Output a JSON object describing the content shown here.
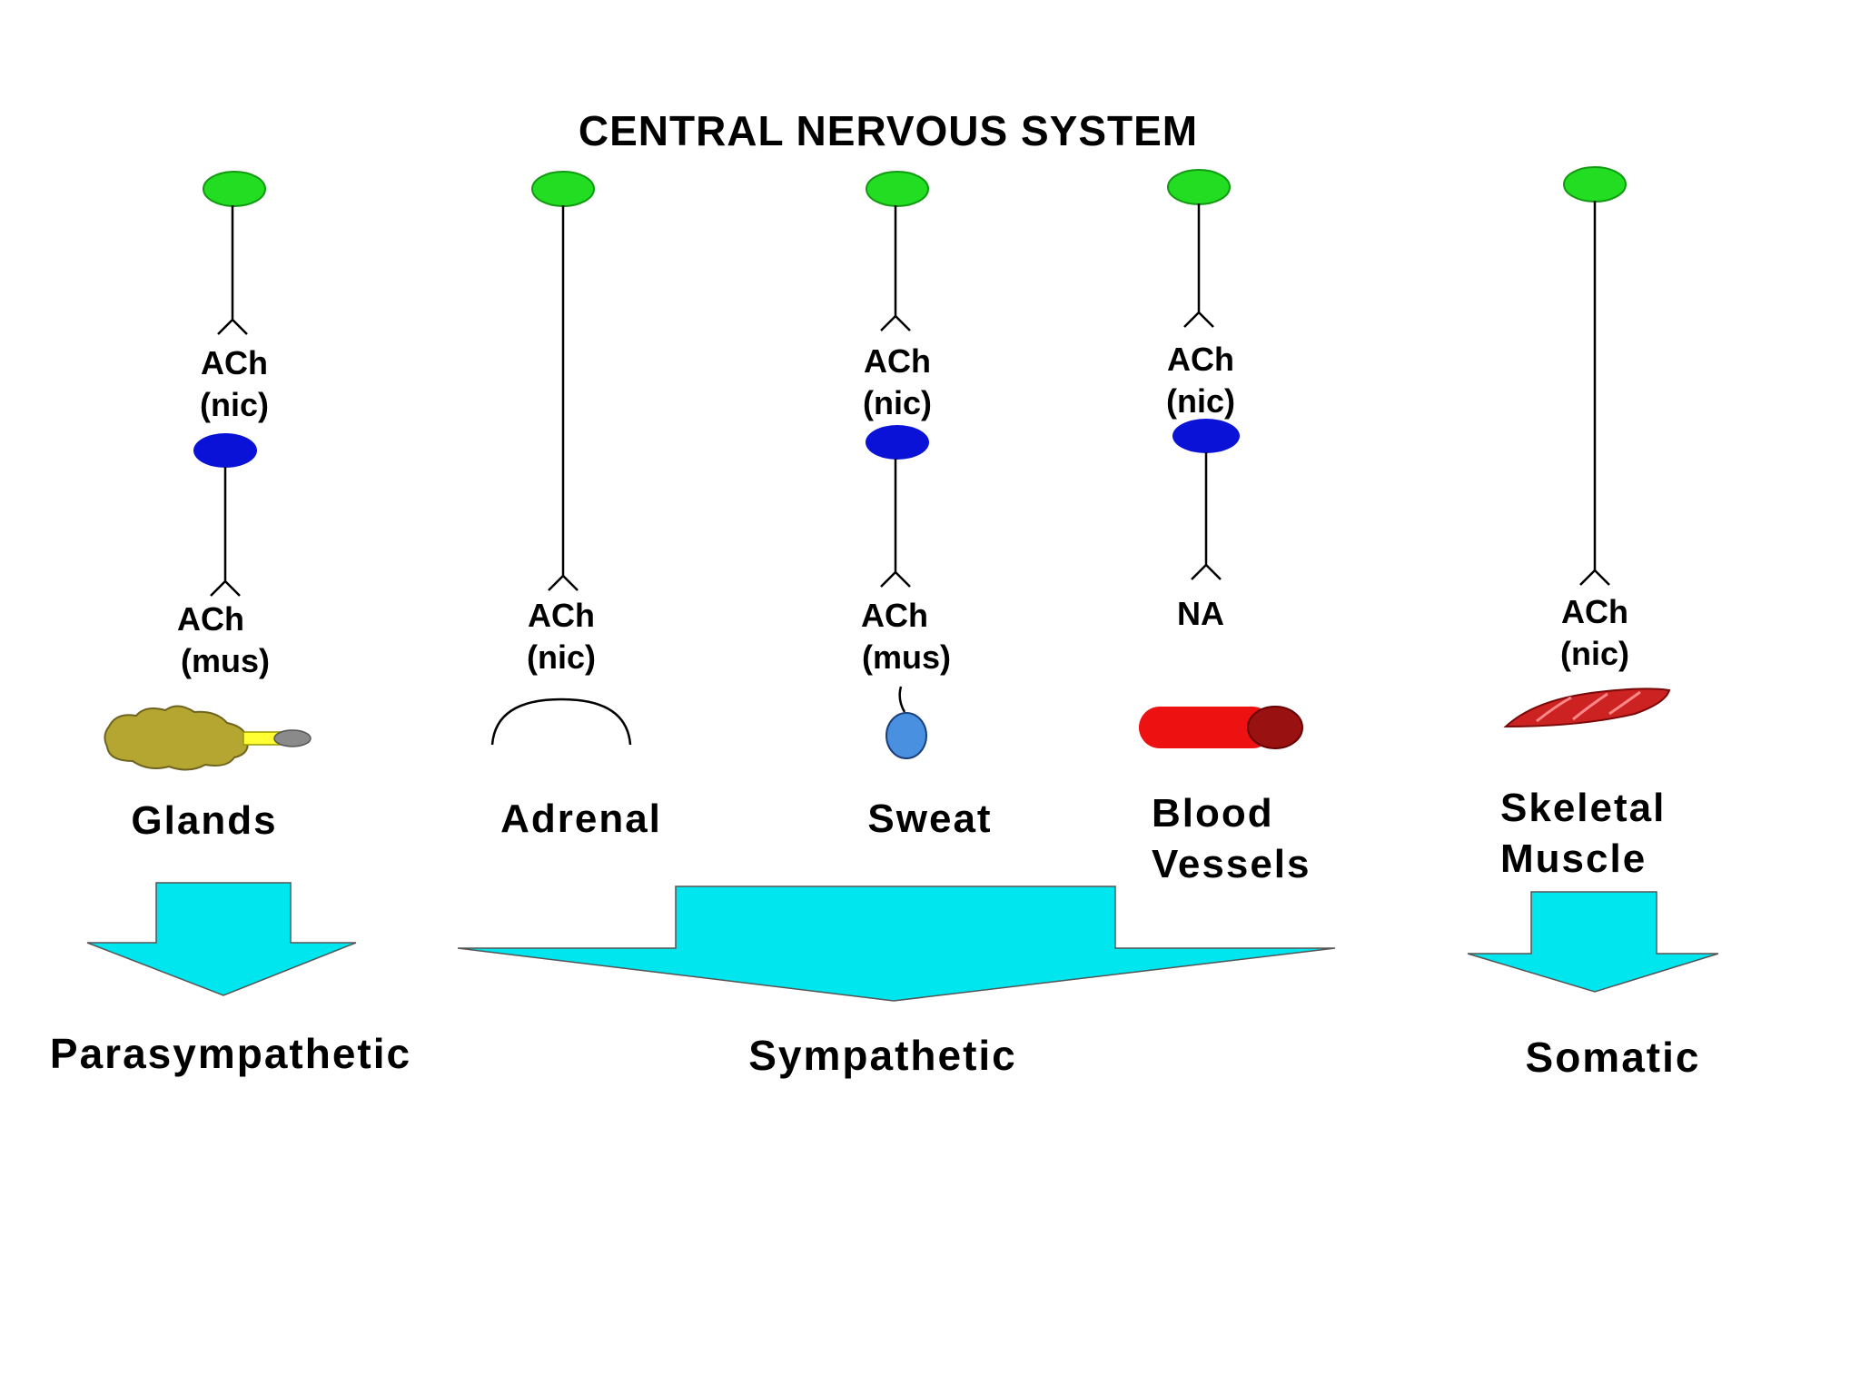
{
  "title": "CENTRAL NERVOUS SYSTEM",
  "colors": {
    "preganglionic_cell": "#22dd22",
    "ganglion_cell": "#0a12d8",
    "division_arrow": "#00e6ee",
    "gland": "#b5a632",
    "gland_duct": "#ffff33",
    "sweat_gland": "#4a90e0",
    "blood_vessel": "#ee1111",
    "skeletal_muscle": "#cc2222"
  },
  "columns": [
    {
      "id": "glands",
      "pre_transmitter": "ACh",
      "pre_receptor": "(nic)",
      "post_transmitter": "ACh",
      "post_receptor": "(mus)",
      "organ": "Glands",
      "organ_icon": "gland-icon"
    },
    {
      "id": "adrenal",
      "transmitter": "ACh",
      "receptor": "(nic)",
      "organ": "Adrenal",
      "organ_icon": "adrenal-icon"
    },
    {
      "id": "sweat",
      "pre_transmitter": "ACh",
      "pre_receptor": "(nic)",
      "post_transmitter": "ACh",
      "post_receptor": "(mus)",
      "organ": "Sweat",
      "organ_icon": "sweat-gland-icon"
    },
    {
      "id": "blood-vessels",
      "pre_transmitter": "ACh",
      "pre_receptor": "(nic)",
      "post_transmitter": "NA",
      "organ_line1": "Blood",
      "organ_line2": "Vessels",
      "organ_icon": "blood-vessel-icon"
    },
    {
      "id": "skeletal-muscle",
      "transmitter": "ACh",
      "receptor": "(nic)",
      "organ_line1": "Skeletal",
      "organ_line2": "Muscle",
      "organ_icon": "skeletal-muscle-icon"
    }
  ],
  "divisions": {
    "parasympathetic": "Parasympathetic",
    "sympathetic": "Sympathetic",
    "somatic": "Somatic"
  }
}
